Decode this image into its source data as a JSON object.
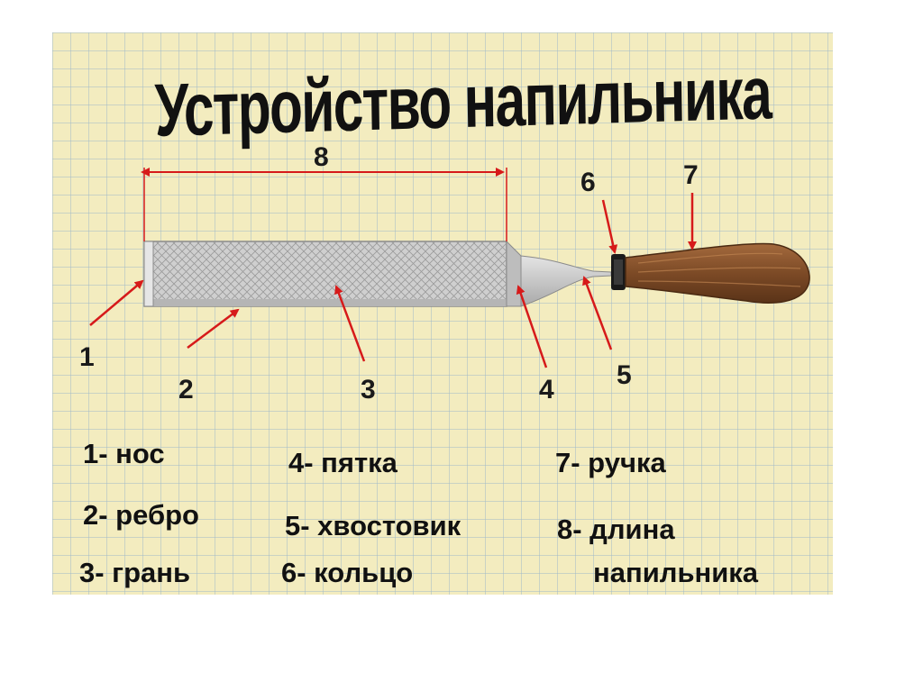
{
  "title": "Устройство напильника",
  "callouts": {
    "n1": "1",
    "n2": "2",
    "n3": "3",
    "n4": "4",
    "n5": "5",
    "n6": "6",
    "n7": "7",
    "n8": "8"
  },
  "legend": {
    "item1": "1-  нос",
    "item2": "2-  ребро",
    "item3": "3-  грань",
    "item4": "4-  пятка",
    "item5": "5-  хвостовик",
    "item6": "6-  кольцо",
    "item7": "7-  ручка",
    "item8_line1": "8-  длина",
    "item8_line2": "напильника"
  },
  "colors": {
    "paper": "#f3ecbf",
    "grid": "#9fb9c8",
    "arrow": "#d61a1a",
    "blade": "#c9c9c9",
    "handle": "#8a5530",
    "ferrule": "#1a1a1a"
  }
}
